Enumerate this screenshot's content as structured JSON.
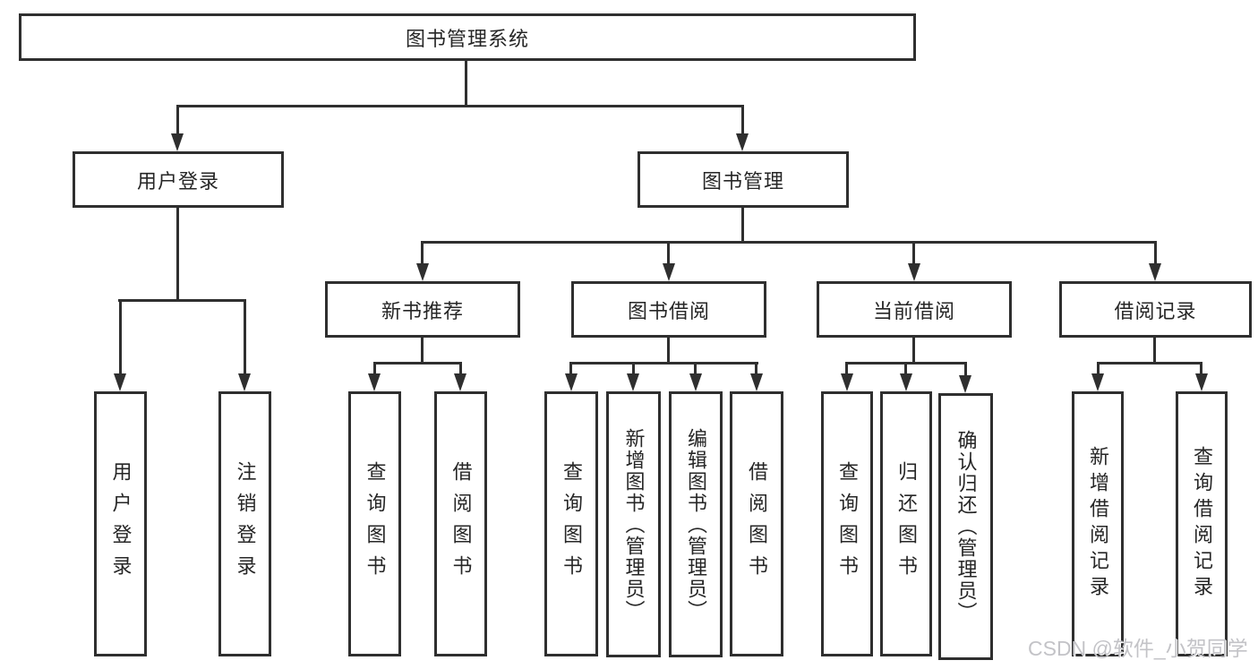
{
  "nodes": {
    "root": {
      "label": "图书管理系统"
    },
    "user_login": {
      "label": "用户登录"
    },
    "book_mgmt": {
      "label": "图书管理"
    },
    "new_book_rec": {
      "label": "新书推荐"
    },
    "book_borrow": {
      "label": "图书借阅"
    },
    "current_borrow": {
      "label": "当前借阅"
    },
    "borrow_records": {
      "label": "借阅记录"
    },
    "leaf_user_login": {
      "label": "用户登录"
    },
    "leaf_logout": {
      "label": "注销登录"
    },
    "leaf_nbr_query": {
      "label": "查询图书"
    },
    "leaf_nbr_borrow": {
      "label": "借阅图书"
    },
    "leaf_bb_query": {
      "label": "查询图书"
    },
    "leaf_bb_add": {
      "label": "新增图书（管理员）"
    },
    "leaf_bb_edit": {
      "label": "编辑图书（管理员）"
    },
    "leaf_bb_borrow": {
      "label": "借阅图书"
    },
    "leaf_cb_query": {
      "label": "查询图书"
    },
    "leaf_cb_return": {
      "label": "归还图书"
    },
    "leaf_cb_confirm": {
      "label": "确认归还（管理员）"
    },
    "leaf_br_add": {
      "label": "新增借阅记录"
    },
    "leaf_br_query": {
      "label": "查询借阅记录"
    }
  },
  "hierarchy": {
    "root": "图书管理系统",
    "children": [
      {
        "label": "用户登录",
        "children": [
          "用户登录",
          "注销登录"
        ]
      },
      {
        "label": "图书管理",
        "children": [
          {
            "label": "新书推荐",
            "children": [
              "查询图书",
              "借阅图书"
            ]
          },
          {
            "label": "图书借阅",
            "children": [
              "查询图书",
              "新增图书（管理员）",
              "编辑图书（管理员）",
              "借阅图书"
            ]
          },
          {
            "label": "当前借阅",
            "children": [
              "查询图书",
              "归还图书",
              "确认归还（管理员）"
            ]
          },
          {
            "label": "借阅记录",
            "children": [
              "新增借阅记录",
              "查询借阅记录"
            ]
          }
        ]
      }
    ]
  },
  "watermark": {
    "text": "CSDN @软件_小贺同学",
    "color": "#c3c3c7"
  },
  "colors": {
    "line": "#2f2f2f",
    "box_background": "#ffffff",
    "text": "#262626"
  }
}
